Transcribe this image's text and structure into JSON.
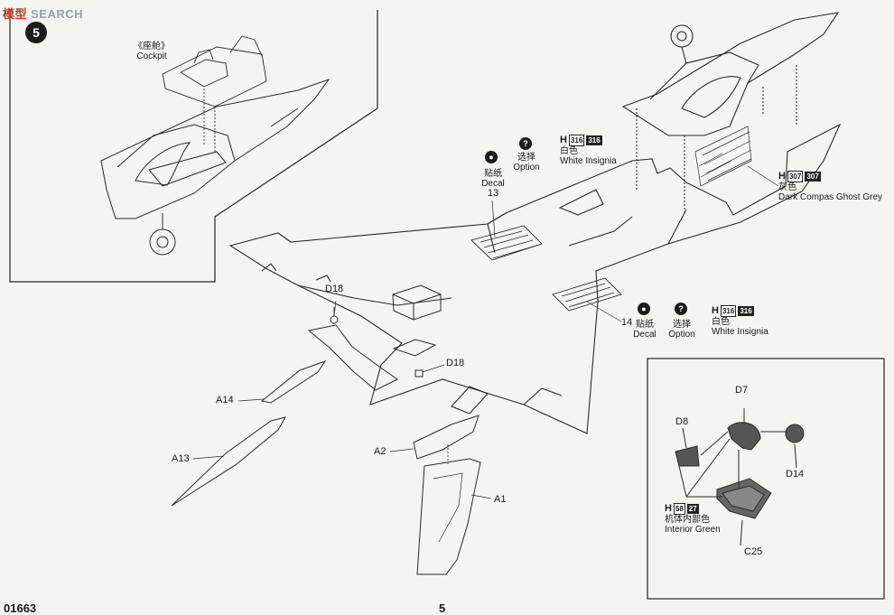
{
  "watermark": {
    "cn": "模型",
    "text": "SEARCH"
  },
  "step_number": "5",
  "cockpit_inset": {
    "cn": "《座舱》",
    "label": "Cockpit"
  },
  "option_upper": {
    "decal_cn": "贴纸",
    "decal": "Decal",
    "decal_number": "13",
    "option_cn": "选择",
    "option": "Option",
    "paint_code_a": "316",
    "paint_code_b": "316",
    "paint_cn": "白色",
    "paint_name": "White Insignia"
  },
  "option_lower": {
    "decal_number": "14",
    "decal_cn": "贴纸",
    "decal": "Decal",
    "option_cn": "选择",
    "option": "Option",
    "paint_code_a": "316",
    "paint_code_b": "316",
    "paint_cn": "白色",
    "paint_name": "White Insignia"
  },
  "paint_grey": {
    "code_a": "307",
    "code_b": "307",
    "cn": "灰色",
    "name": "Dark Compas Ghost Grey"
  },
  "paint_interior": {
    "code_a": "58",
    "code_b": "27",
    "cn": "机体内部色",
    "name": "Interior Green"
  },
  "h_prefix": "H",
  "parts": {
    "d18_top": "D18",
    "d18_mid": "D18",
    "a14": "A14",
    "a13": "A13",
    "a2": "A2",
    "a1": "A1",
    "d7": "D7",
    "d8": "D8",
    "d14": "D14",
    "c25": "C25"
  },
  "footer": {
    "kit_number": "01663",
    "page_number": "5"
  }
}
